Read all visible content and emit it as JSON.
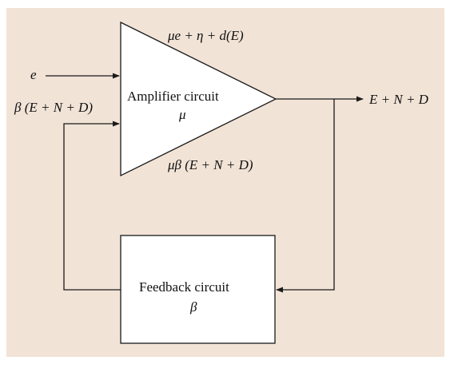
{
  "amplifier": {
    "title": "Amplifier circuit",
    "symbol": "μ",
    "output_expression": "μe + η + d(E)",
    "feedback_term": "μβ (E + N + D)"
  },
  "feedback": {
    "title": "Feedback circuit",
    "symbol": "β"
  },
  "signals": {
    "input": "e",
    "feedback_input": "β (E + N + D)",
    "output": "E + N + D"
  },
  "colors": {
    "background": "#f1e3d6",
    "stroke": "#1a1a1a",
    "box_fill": "#ffffff"
  }
}
